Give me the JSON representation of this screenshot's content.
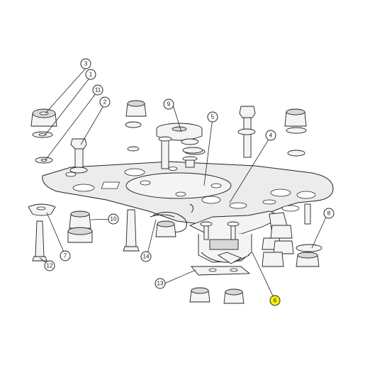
{
  "callouts": [
    {
      "id": "c1",
      "label": "1"
    },
    {
      "id": "c2",
      "label": "2"
    },
    {
      "id": "c3",
      "label": "3"
    },
    {
      "id": "c4",
      "label": "4"
    },
    {
      "id": "c5",
      "label": "5"
    },
    {
      "id": "c6",
      "label": "6"
    },
    {
      "id": "c7",
      "label": "7"
    },
    {
      "id": "c8",
      "label": "8"
    },
    {
      "id": "c9",
      "label": "9"
    },
    {
      "id": "c10",
      "label": "10"
    },
    {
      "id": "c11",
      "label": "11"
    },
    {
      "id": "c12",
      "label": "12"
    },
    {
      "id": "c13",
      "label": "13"
    },
    {
      "id": "c14",
      "label": "14"
    }
  ],
  "highlight_color": "#fff200"
}
